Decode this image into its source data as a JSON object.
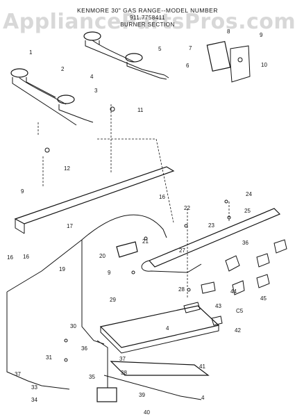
{
  "watermark": "AppliancePartsPros.com",
  "title": {
    "line1": "KENMORE 30\" GAS RANGE--MODEL NUMBER",
    "line2": "911.7758411",
    "line3": "BURNER SECTION"
  },
  "callouts": [
    "1",
    "2",
    "3",
    "4",
    "5",
    "6",
    "7",
    "8",
    "9",
    "10",
    "11",
    "12",
    "9",
    "16",
    "17",
    "19",
    "20",
    "21",
    "22",
    "23",
    "24",
    "25",
    "27",
    "28",
    "29",
    "30",
    "31",
    "33",
    "34",
    "35",
    "36",
    "36",
    "37",
    "37",
    "38",
    "39",
    "40",
    "41",
    "42",
    "43",
    "44",
    "45",
    "16",
    "16",
    "4",
    "4",
    "9",
    "C5"
  ]
}
